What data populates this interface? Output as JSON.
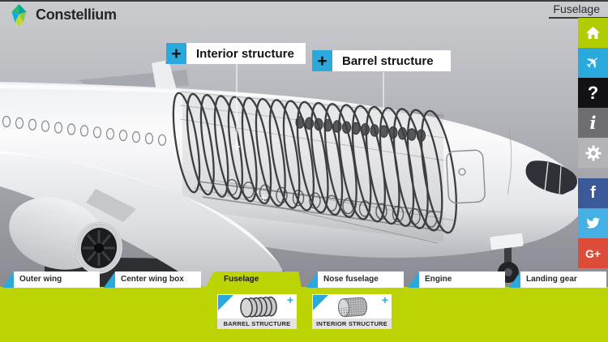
{
  "header": {
    "logo_text": "Constellium",
    "section_label": "Fuselage"
  },
  "callouts": [
    {
      "label": "Interior structure",
      "plus": "+"
    },
    {
      "label": "Barrel structure",
      "plus": "+"
    }
  ],
  "sidebar": {
    "nav": [
      {
        "name": "home"
      },
      {
        "name": "airplane-view"
      },
      {
        "name": "help",
        "glyph": "?"
      },
      {
        "name": "info",
        "glyph": "i"
      },
      {
        "name": "settings"
      }
    ],
    "social": [
      {
        "name": "facebook",
        "glyph": "f"
      },
      {
        "name": "twitter"
      },
      {
        "name": "googleplus",
        "glyph": "G+"
      }
    ]
  },
  "tabs": [
    {
      "label": "Outer wing",
      "active": false
    },
    {
      "label": "Center wing box",
      "active": false
    },
    {
      "label": "Fuselage",
      "active": true
    },
    {
      "label": "Nose fuselage",
      "active": false
    },
    {
      "label": "Engine",
      "active": false
    },
    {
      "label": "Landing gear",
      "active": false
    }
  ],
  "component_cards": [
    {
      "label": "BARREL STRUCTURE",
      "plus": "+"
    },
    {
      "label": "INTERIOR STRUCTURE",
      "plus": "+"
    }
  ],
  "colors": {
    "lime": "#bcd304",
    "cyan": "#29a9dc",
    "facebook": "#3b5998",
    "twitter": "#45b0e3",
    "googleplus": "#dd4b39",
    "help_black": "#121214",
    "info_gray": "#6e6e71",
    "settings_gray": "#b4b4b7"
  }
}
